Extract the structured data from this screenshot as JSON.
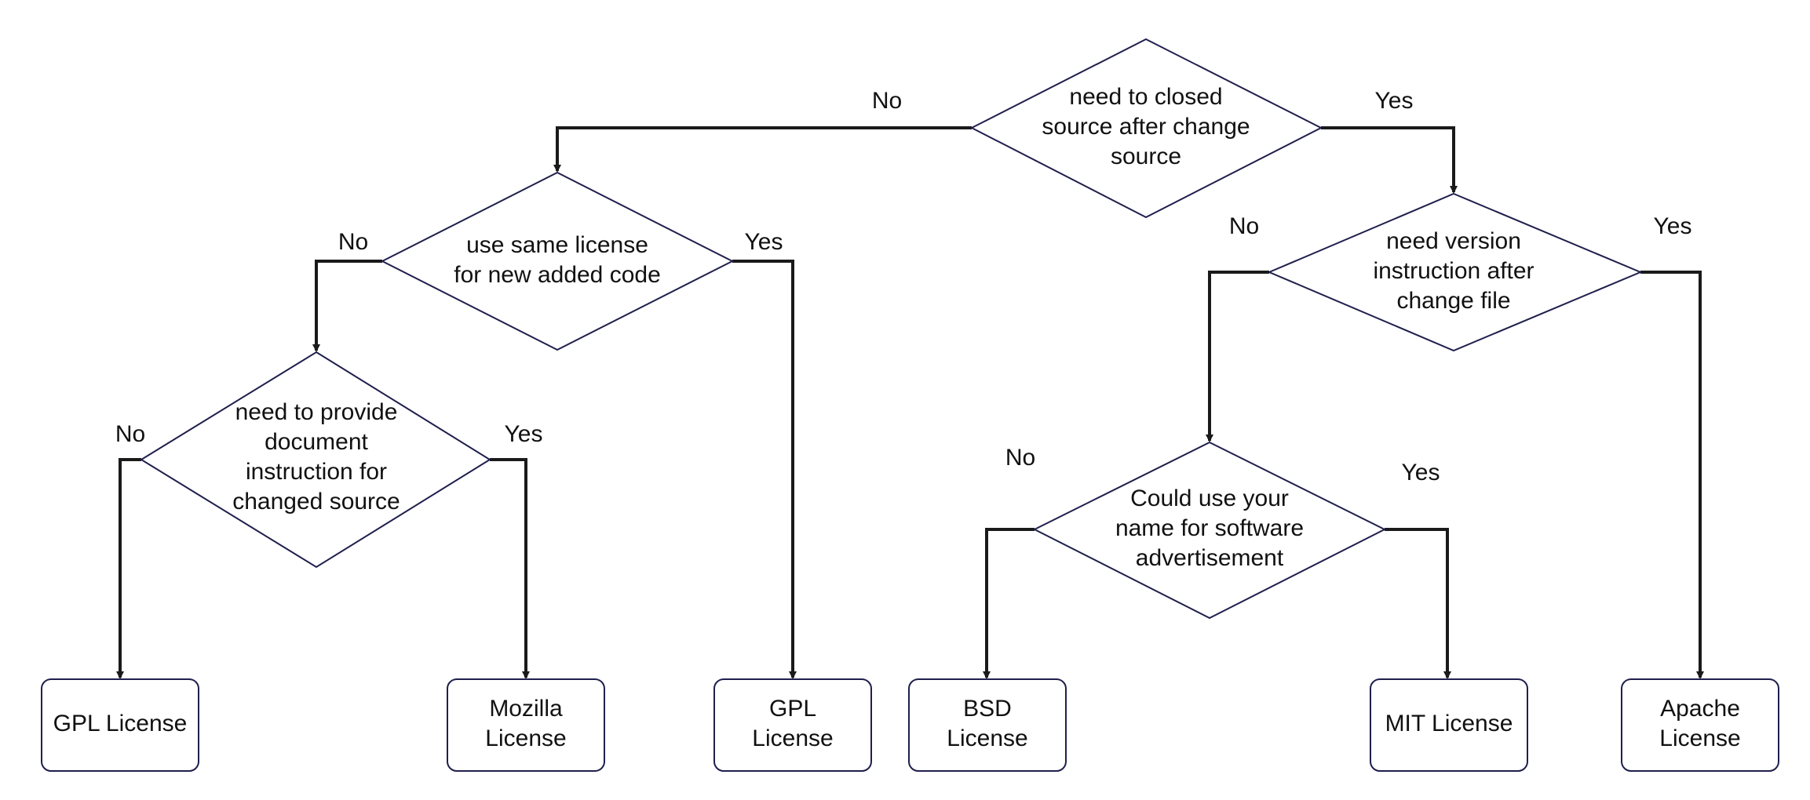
{
  "decisions": {
    "d1": [
      "need to closed",
      "source after change",
      "source"
    ],
    "d2": [
      "use same license",
      "for new added code"
    ],
    "d3": [
      "need to provide",
      "document",
      "instruction for",
      "changed source"
    ],
    "d4": [
      "need version",
      "instruction after",
      "change file"
    ],
    "d5": [
      "Could use your",
      "name for software",
      "advertisement"
    ]
  },
  "licenses": {
    "l1": [
      "GPL License"
    ],
    "l2": [
      "Mozilla",
      "License"
    ],
    "l3": [
      "GPL",
      "License"
    ],
    "l4": [
      "BSD",
      "License"
    ],
    "l5": [
      "MIT License"
    ],
    "l6": [
      "Apache",
      "License"
    ]
  },
  "edges": {
    "d1_no": "No",
    "d1_yes": "Yes",
    "d2_no": "No",
    "d2_yes": "Yes",
    "d3_no": "No",
    "d3_yes": "Yes",
    "d4_no": "No",
    "d4_yes": "Yes",
    "d5_no": "No",
    "d5_yes": "Yes"
  }
}
